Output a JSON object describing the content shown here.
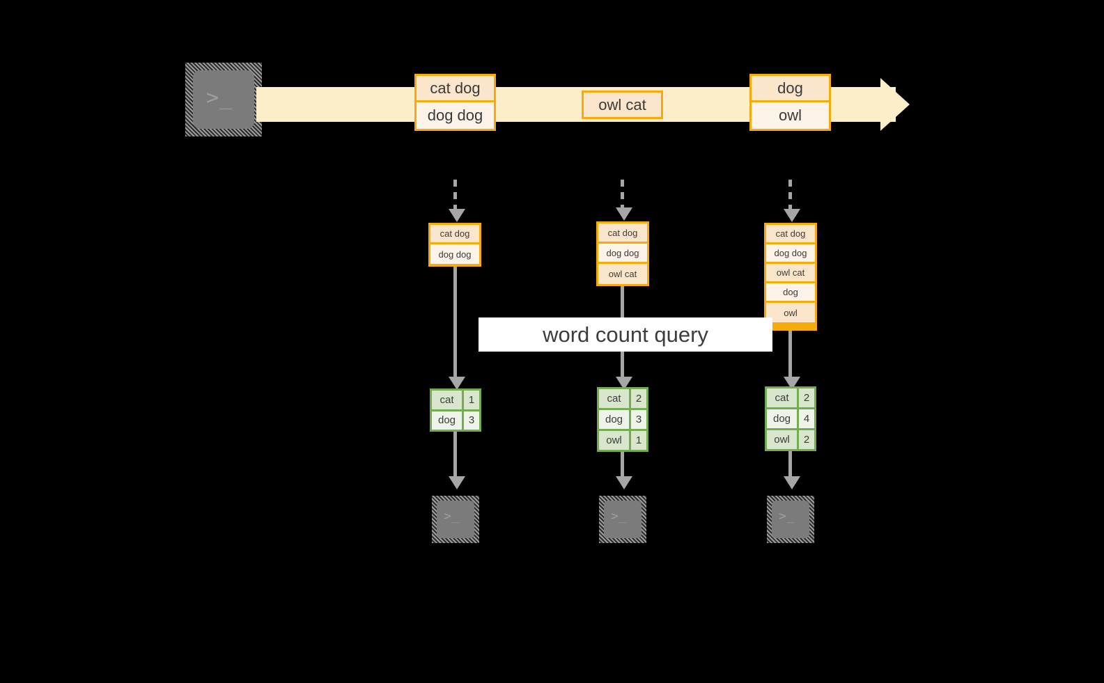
{
  "diagram": {
    "title": "word count query",
    "colors": {
      "background": "#000000",
      "stream_fill": "#fdeecb",
      "orange_border": "#f5ab0a",
      "orange_cell_dark": "#fce6cb",
      "orange_cell_light": "#fdf3e8",
      "green_border": "#74ac52",
      "green_cell_dark": "#d9e6ce",
      "green_cell_light": "#eef4ea",
      "connector": "#a6a6a6",
      "banner_fill": "#ffffff",
      "terminal_fill": "#7b7b7b"
    },
    "icons": {
      "terminal_glyph": ">_",
      "source_terminal_name": "terminal-icon",
      "sink_terminal_name": "terminal-icon"
    },
    "stream": {
      "label": "",
      "groups": [
        {
          "id": "g1",
          "rows": [
            "cat dog",
            "dog dog"
          ]
        },
        {
          "id": "g2",
          "rows": [
            "owl cat"
          ]
        },
        {
          "id": "g3",
          "rows": [
            "dog",
            "owl"
          ]
        }
      ]
    },
    "snapshots": [
      {
        "id": "s1",
        "rows": [
          "cat dog",
          "dog dog"
        ]
      },
      {
        "id": "s2",
        "rows": [
          "cat dog",
          "dog dog",
          "owl cat"
        ]
      },
      {
        "id": "s3",
        "rows": [
          "cat dog",
          "dog dog",
          "owl cat",
          "dog",
          "owl"
        ]
      }
    ],
    "results": [
      {
        "id": "r1",
        "rows": [
          {
            "word": "cat",
            "count": "1"
          },
          {
            "word": "dog",
            "count": "3"
          }
        ]
      },
      {
        "id": "r2",
        "rows": [
          {
            "word": "cat",
            "count": "2"
          },
          {
            "word": "dog",
            "count": "3"
          },
          {
            "word": "owl",
            "count": "1"
          }
        ]
      },
      {
        "id": "r3",
        "rows": [
          {
            "word": "cat",
            "count": "2"
          },
          {
            "word": "dog",
            "count": "4"
          },
          {
            "word": "owl",
            "count": "2"
          }
        ]
      }
    ]
  }
}
